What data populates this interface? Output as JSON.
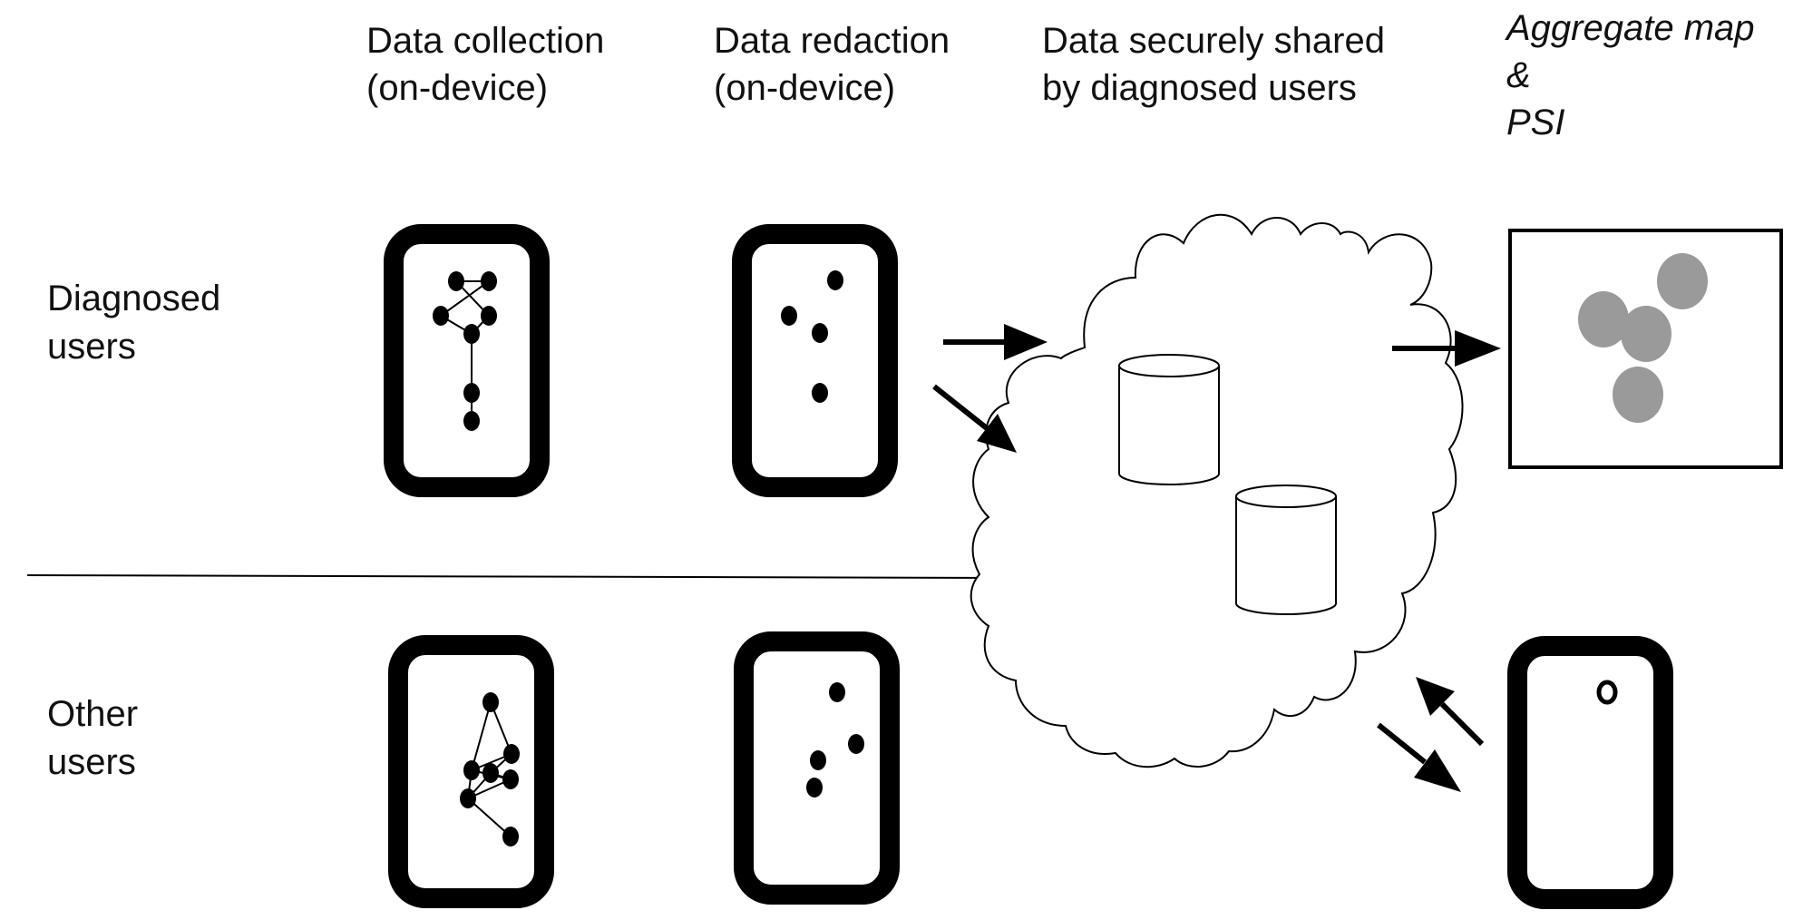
{
  "headers": {
    "collection": [
      "Data collection",
      "(on-device)"
    ],
    "redaction": [
      "Data redaction",
      "(on-device)"
    ],
    "shared": [
      "Data securely shared",
      "by diagnosed users"
    ],
    "aggregate": [
      "Aggregate map",
      "&",
      "PSI"
    ]
  },
  "rows": {
    "diagnosed": [
      "Diagnosed",
      "users"
    ],
    "other": [
      "Other",
      "users"
    ]
  },
  "colors": {
    "ink": "#000000",
    "blob": "#9a9a9a",
    "background": "#ffffff"
  }
}
